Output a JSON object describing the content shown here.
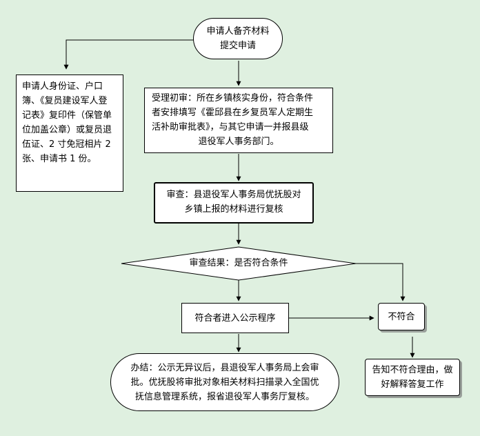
{
  "nodes": {
    "start": {
      "lines": [
        "申请人备齐材料",
        "提交申请"
      ]
    },
    "materials": {
      "lines": [
        "申请人身份证、户口",
        "簿、《复员建设军人登",
        "记表》复印件（保管单",
        "位加盖公章）或复员退",
        "伍证、2 寸免冠相片 2",
        "张、申请书 1 份。"
      ]
    },
    "preliminary": {
      "lines": [
        "受理初审：所在乡镇核实身份，符合条件",
        "者安排填写《霍邱县在乡复员军人定期生",
        "活补助审批表》，与其它申请一并报县级",
        "退役军人事务部门。"
      ]
    },
    "review": {
      "lines": [
        "审查：县退役军人事务局优抚股对",
        "乡镇上报的材料进行复核"
      ]
    },
    "decision": {
      "label": "审查结果：是否符合条件"
    },
    "publicity": {
      "label": "符合者进入公示程序"
    },
    "reject": {
      "label": "不符合"
    },
    "conclusion": {
      "lines": [
        "办结：公示无异议后，县退役军人事务局上会审",
        "批。优抚股将审批对象相关材料扫描录入全国优",
        "抚信息管理系统，报省退役军人事务厅复核。"
      ]
    },
    "notify": {
      "lines": [
        "告知不符合理由，做",
        "好解释答复工作"
      ]
    }
  }
}
